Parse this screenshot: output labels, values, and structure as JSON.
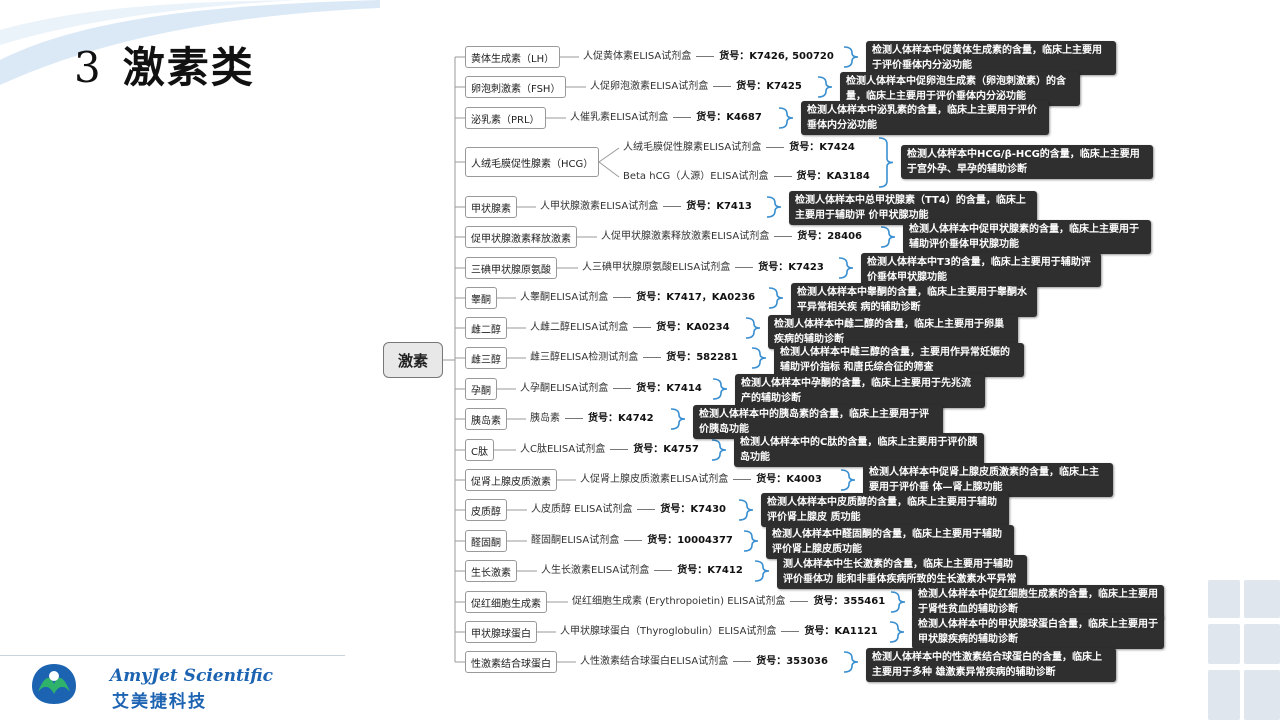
{
  "slide": {
    "title_number": "3",
    "title_text": "激素类",
    "logo_en": "AmyJet Scientific",
    "logo_cn": "艾美捷科技",
    "accent_color": "#1c63b2",
    "desc_bg_color": "#2f2f2f"
  },
  "mindmap": {
    "root": "激素",
    "branches": [
      {
        "name": "黄体生成素（LH）",
        "kits": [
          {
            "kit": "人促黄体素ELISA试剂盒",
            "catalog_label": "货号：K7426, 500720"
          }
        ],
        "desc": "检测人体样本中促黄体生成素的含量，临床上主要用于评价垂体内分泌功能"
      },
      {
        "name": "卵泡刺激素（FSH）",
        "kits": [
          {
            "kit": "人促卵泡激素ELISA试剂盒",
            "catalog_label": "货号：K7425"
          }
        ],
        "desc": "检测人体样本中促卵泡生成素（卵泡刺激素）的含量，临床上主要用于评价垂体内分泌功能"
      },
      {
        "name": "泌乳素（PRL）",
        "kits": [
          {
            "kit": "人催乳素ELISA试剂盒",
            "catalog_label": "货号：K4687"
          }
        ],
        "desc": "检测人体样本中泌乳素的含量，临床上主要用于评价垂体内分泌功能"
      },
      {
        "name": "人绒毛膜促性腺素（HCG）",
        "kits": [
          {
            "kit": "人绒毛膜促性腺素ELISA试剂盒",
            "catalog_label": "货号：K7424"
          },
          {
            "kit": "Beta hCG（人源）ELISA试剂盒",
            "catalog_label": "货号：KA3184"
          }
        ],
        "desc": "检测人体样本中HCG/β-HCG的含量，临床上主要用于宫外孕、早孕的辅助诊断"
      },
      {
        "name": "甲状腺素",
        "kits": [
          {
            "kit": "人甲状腺激素ELISA试剂盒",
            "catalog_label": "货号：K7413"
          }
        ],
        "desc": "检测人体样本中总甲状腺素（TT4）的含量，临床上主要用于辅助评 价甲状腺功能"
      },
      {
        "name": "促甲状腺激素释放激素",
        "kits": [
          {
            "kit": "人促甲状腺激素释放激素ELISA试剂盒",
            "catalog_label": "货号：28406"
          }
        ],
        "desc": "检测人体样本中促甲状腺素的含量，临床上主要用于辅助评价垂体甲状腺功能"
      },
      {
        "name": "三碘甲状腺原氨酸",
        "kits": [
          {
            "kit": "人三碘甲状腺原氨酸ELISA试剂盒",
            "catalog_label": "货号：K7423"
          }
        ],
        "desc": "检测人体样本中T3的含量，临床上主要用于辅助评价垂体甲状腺功能"
      },
      {
        "name": "睾酮",
        "kits": [
          {
            "kit": "人睾酮ELISA试剂盒",
            "catalog_label": "货号：K7417，KA0236"
          }
        ],
        "desc": "检测人体样本中睾酮的含量，临床上主要用于睾酮水平异常相关疾 病的辅助诊断"
      },
      {
        "name": "雌二醇",
        "kits": [
          {
            "kit": "人雌二醇ELISA试剂盒",
            "catalog_label": "货号：KA0234"
          }
        ],
        "desc": "检测人体样本中雌二醇的含量，临床上主要用于卵巢疾病的辅助诊断"
      },
      {
        "name": "雌三醇",
        "kits": [
          {
            "kit": "雌三醇ELISA检测试剂盒",
            "catalog_label": "货号：582281"
          }
        ],
        "desc": "检测人体样本中雌三醇的含量，主要用作异常妊娠的辅助评价指标 和唐氏综合征的筛查"
      },
      {
        "name": "孕酮",
        "kits": [
          {
            "kit": "人孕酮ELISA试剂盒",
            "catalog_label": "货号：K7414"
          }
        ],
        "desc": "检测人体样本中孕酮的含量，临床上主要用于先兆流产的辅助诊断"
      },
      {
        "name": "胰岛素",
        "kits": [
          {
            "kit": "胰岛素",
            "catalog_label": "货号：K4742"
          }
        ],
        "desc": "检测人体样本中的胰岛素的含量，临床上主要用于评价胰岛功能"
      },
      {
        "name": "C肽",
        "kits": [
          {
            "kit": "人C肽ELISA试剂盒",
            "catalog_label": "货号：K4757"
          }
        ],
        "desc": "检测人体样本中的C肽的含量，临床上主要用于评价胰岛功能"
      },
      {
        "name": "促肾上腺皮质激素",
        "kits": [
          {
            "kit": "人促肾上腺皮质激素ELISA试剂盒",
            "catalog_label": "货号：K4003"
          }
        ],
        "desc": "检测人体样本中促肾上腺皮质激素的含量，临床上主要用于评价垂 体—肾上腺功能"
      },
      {
        "name": "皮质醇",
        "kits": [
          {
            "kit": "人皮质醇 ELISA试剂盒",
            "catalog_label": "货号：K7430"
          }
        ],
        "desc": "检测人体样本中皮质醇的含量，临床上主要用于辅助评价肾上腺皮 质功能"
      },
      {
        "name": "醛固酮",
        "kits": [
          {
            "kit": "醛固酮ELISA试剂盒",
            "catalog_label": "货号：10004377"
          }
        ],
        "desc": "检测人体样本中醛固酮的含量，临床上主要用于辅助评价肾上腺皮质功能"
      },
      {
        "name": "生长激素",
        "kits": [
          {
            "kit": "人生长激素ELISA试剂盒",
            "catalog_label": "货号：K7412"
          }
        ],
        "desc": "测人体样本中生长激素的含量，临床上主要用于辅助评价垂体功 能和非垂体疾病所致的生长激素水平异常"
      },
      {
        "name": "促红细胞生成素",
        "kits": [
          {
            "kit": "促红细胞生成素 (Erythropoietin) ELISA试剂盒",
            "catalog_label": "货号：355461"
          }
        ],
        "desc": "检测人体样本中促红细胞生成素的含量，临床上主要用于肾性贫血的辅助诊断"
      },
      {
        "name": "甲状腺球蛋白",
        "kits": [
          {
            "kit": "人甲状腺球蛋白（Thyroglobulin）ELISA试剂盒",
            "catalog_label": "货号：KA1121"
          }
        ],
        "desc": "检测人体样本中的甲状腺球蛋白含量，临床上主要用于甲状腺疾病的辅助诊断"
      },
      {
        "name": "性激素结合球蛋白",
        "kits": [
          {
            "kit": "人性激素结合球蛋白ELISA试剂盒",
            "catalog_label": "货号：353036"
          }
        ],
        "desc": "检测人体样本中的性激素结合球蛋白的含量，临床上主要用于多种 雄激素异常疾病的辅助诊断"
      }
    ]
  }
}
